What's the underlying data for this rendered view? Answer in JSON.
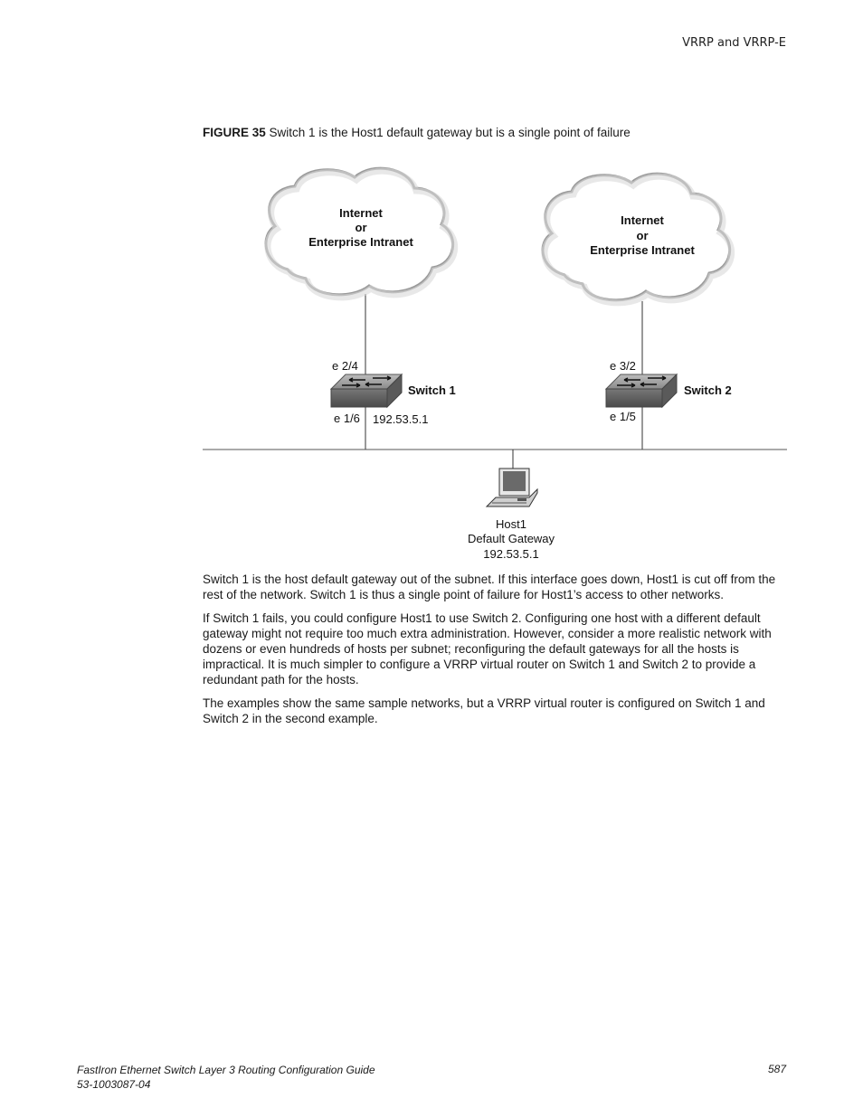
{
  "header": {
    "running_title": "VRRP and VRRP-E"
  },
  "figure": {
    "label": "FIGURE 35",
    "caption": "Switch 1 is the Host1 default gateway but is a single point of failure",
    "cloud_left": {
      "line1": "Internet",
      "line2": "or",
      "line3": "Enterprise Intranet"
    },
    "cloud_right": {
      "line1": "Internet",
      "line2": "or",
      "line3": "Enterprise Intranet"
    },
    "switch1": {
      "name": "Switch 1",
      "port_top": "e 2/4",
      "port_bottom": "e 1/6",
      "ip": "192.53.5.1"
    },
    "switch2": {
      "name": "Switch 2",
      "port_top": "e 3/2",
      "port_bottom": "e 1/5"
    },
    "host": {
      "name": "Host1",
      "role": "Default Gateway",
      "ip": "192.53.5.1"
    }
  },
  "body": {
    "paragraphs": [
      "Switch 1 is the host default gateway out of the subnet. If this interface goes down, Host1 is cut off from the rest of the network. Switch 1 is thus a single point of failure for Host1’s access to other networks.",
      "If Switch 1 fails, you could configure Host1 to use Switch 2. Configuring one host with a different default gateway might not require too much extra administration. However, consider a more realistic network with dozens or even hundreds of hosts per subnet; reconfiguring the default gateways for all the hosts is impractical. It is much simpler to configure a VRRP virtual router on Switch 1 and Switch 2 to provide a redundant path for the hosts.",
      "The examples show the same sample networks, but a VRRP virtual router is configured on Switch 1 and Switch 2 in the second example."
    ]
  },
  "footer": {
    "doc_title": "FastIron Ethernet Switch Layer 3 Routing Configuration Guide",
    "doc_number": "53-1003087-04",
    "page_number": "587"
  }
}
